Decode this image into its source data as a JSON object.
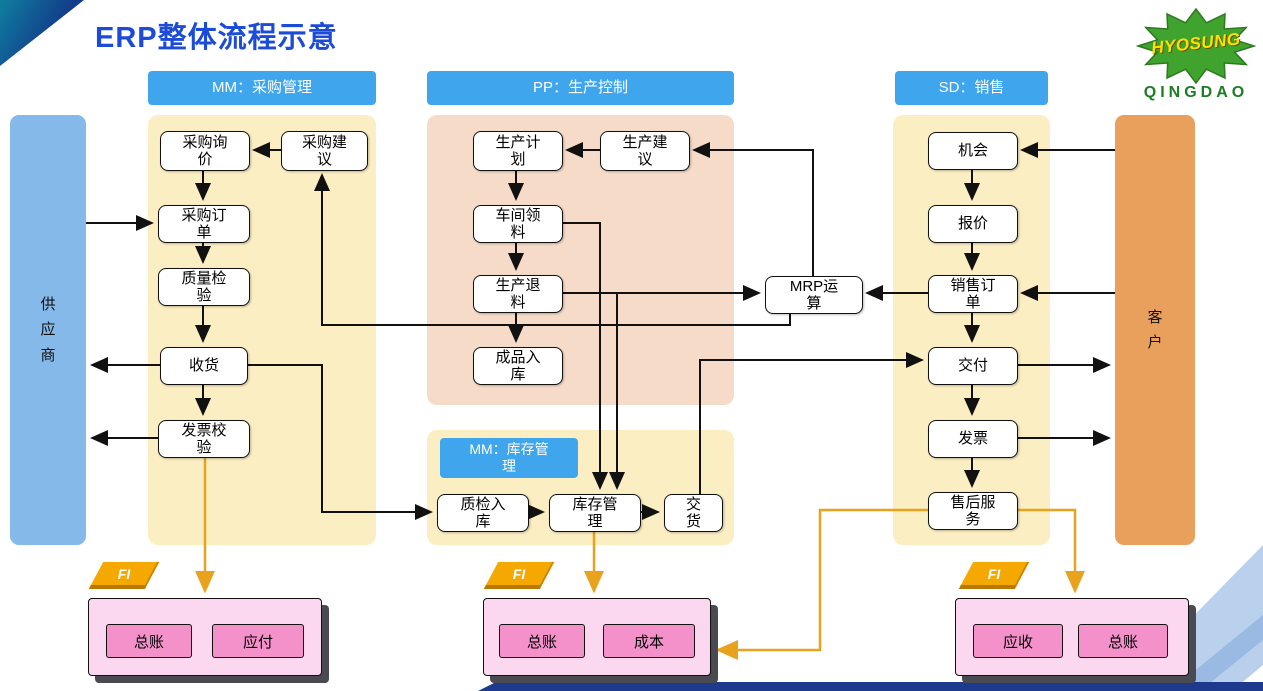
{
  "title": "ERP整体流程示意",
  "logo": {
    "name": "HYOSUNG",
    "city": "QINGDAO"
  },
  "section_headers": {
    "purchasing": "MM：采购管理",
    "production": "PP：生产控制",
    "sales": "SD：销售",
    "inventory": "MM：库存管\n理"
  },
  "side_bars": {
    "supplier": "供\n应\n商",
    "customer": "客\n户"
  },
  "nodes": {
    "purchase_inquiry": "采购询\n价",
    "purchase_suggestion": "采购建\n议",
    "purchase_order": "采购订\n单",
    "quality_inspection": "质量检\n验",
    "goods_receipt": "收货",
    "invoice_verification": "发票校\n验",
    "production_plan": "生产计\n划",
    "production_suggestion": "生产建\n议",
    "workshop_picking": "车间领\n料",
    "production_return": "生产退\n料",
    "finished_goods_receipt": "成品入\n库",
    "mrp": "MRP运\n算",
    "qc_receipt": "质检入\n库",
    "inventory_mgmt": "库存管\n理",
    "delivery_out": "交\n货",
    "opportunity": "机会",
    "quotation": "报价",
    "sales_order": "销售订\n单",
    "delivery": "交付",
    "invoice": "发票",
    "after_sales": "售后服\n务"
  },
  "fi_sections": {
    "tab_label": "FI",
    "purchasing": {
      "boxes": [
        "总账",
        "应付"
      ]
    },
    "inventory": {
      "boxes": [
        "总账",
        "成本"
      ]
    },
    "sales": {
      "boxes": [
        "应收",
        "总账"
      ]
    }
  },
  "colors": {
    "title_blue": "#1c4bd8",
    "header_blue": "#3fa5ec",
    "panel_yellow": "#fceec3",
    "panel_peach": "#f6dcc8",
    "supplier_blue": "#84b9ea",
    "customer_orange": "#e8a05c",
    "fi_tab_orange": "#f5a800",
    "fi_box_pink": "#fbd7f0",
    "fi_inner_pink": "#f491cb",
    "arrow_black": "#111111",
    "arrow_orange": "#e8a21e"
  }
}
